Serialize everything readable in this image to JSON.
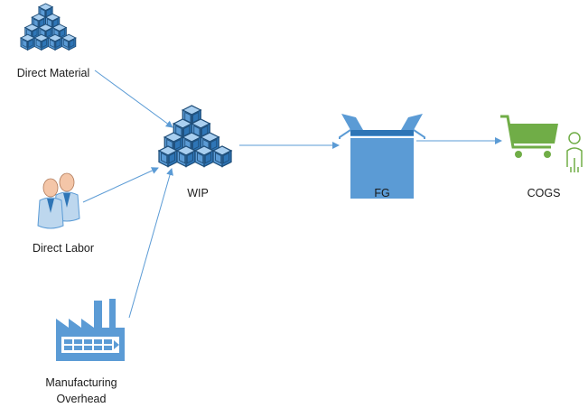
{
  "nodes": {
    "direct_material": {
      "label": "Direct Material",
      "icon": "stacked-boxes-icon"
    },
    "direct_labor": {
      "label": "Direct Labor",
      "icon": "people-icon"
    },
    "overhead": {
      "label_line1": "Manufacturing",
      "label_line2": "Overhead",
      "icon": "factory-icon"
    },
    "wip": {
      "label": "WIP",
      "icon": "stacked-boxes-icon"
    },
    "fg": {
      "label": "FG",
      "icon": "open-box-icon"
    },
    "cogs": {
      "label": "COGS",
      "icon": "shopping-cart-person-icon"
    }
  },
  "colors": {
    "icon_blue": "#5b9bd5",
    "icon_dark": "#1f4e79",
    "arrow": "#5b9bd5",
    "cart_green": "#70ad47"
  }
}
